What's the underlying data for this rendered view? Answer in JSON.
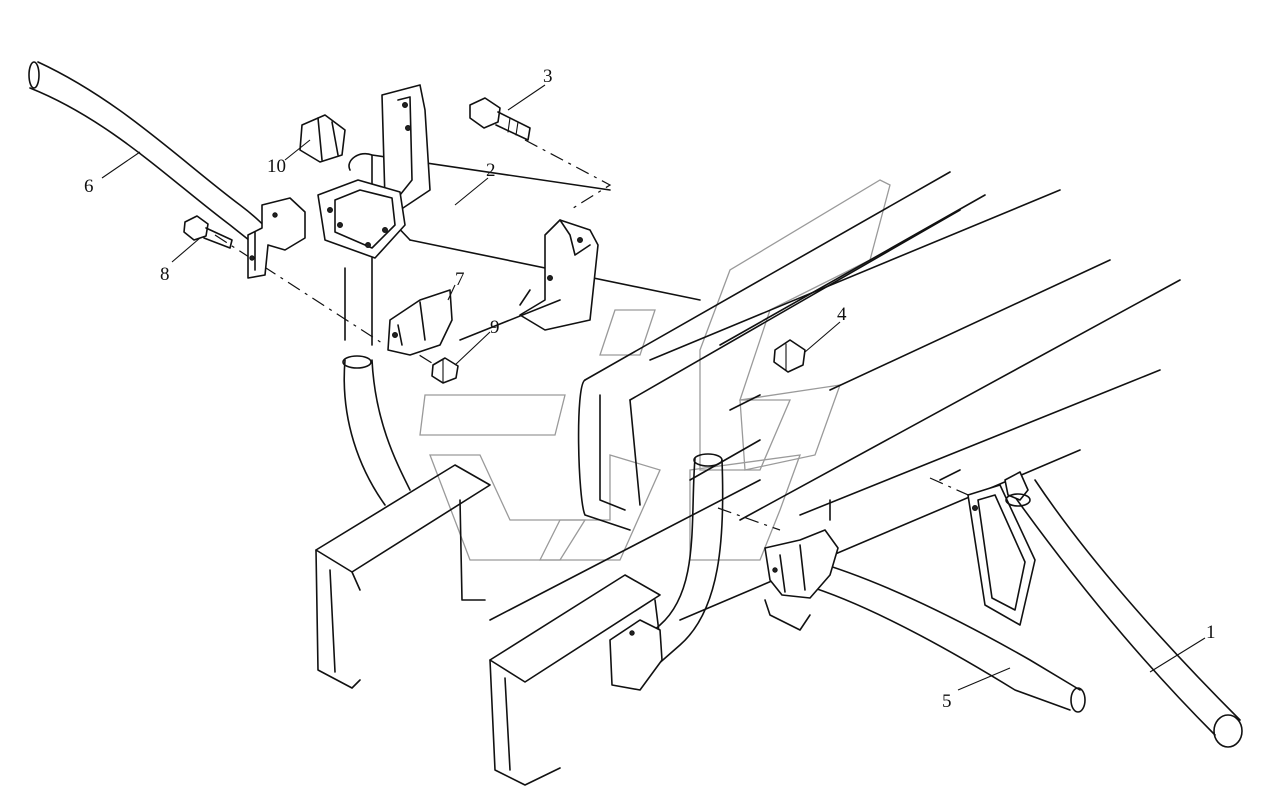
{
  "callouts": [
    {
      "id": "1",
      "label": "1"
    },
    {
      "id": "2",
      "label": "2"
    },
    {
      "id": "3",
      "label": "3"
    },
    {
      "id": "4",
      "label": "4"
    },
    {
      "id": "5",
      "label": "5"
    },
    {
      "id": "6",
      "label": "6"
    },
    {
      "id": "7",
      "label": "7"
    },
    {
      "id": "8",
      "label": "8"
    },
    {
      "id": "9",
      "label": "9"
    },
    {
      "id": "10",
      "label": "10"
    }
  ],
  "colors": {
    "line": "#111111",
    "watermark": "#9a9a9a",
    "background": "#ffffff"
  }
}
